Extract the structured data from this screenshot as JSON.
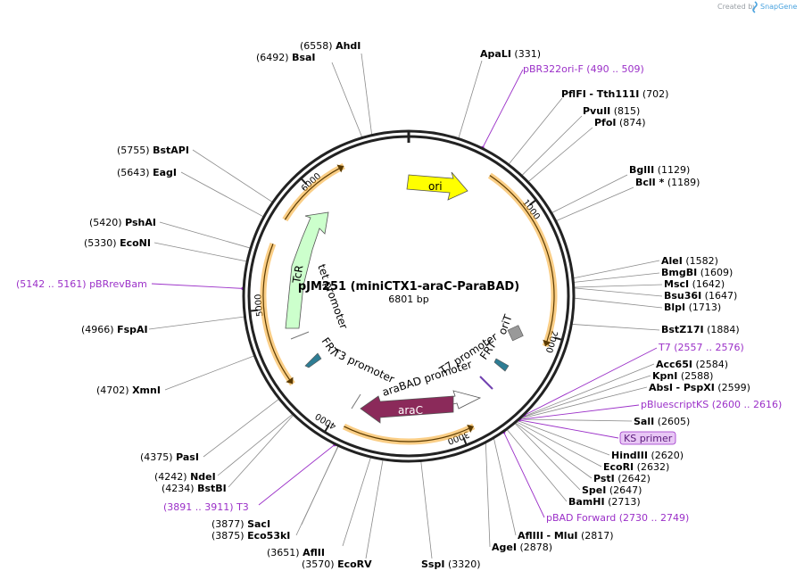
{
  "app": {
    "credit": "Created by",
    "brand": "SnapGene"
  },
  "plasmid": {
    "name": "pJM251 (miniCTX1-araC-ParaBAD)",
    "size_label": "6801 bp",
    "length": 6801
  },
  "ticks": [
    "1000",
    "2000",
    "3000",
    "4000",
    "5000",
    "6000"
  ],
  "colors": {
    "orange": "#f5a623",
    "yellow": "#ffff00",
    "tcr": "#ccffcc",
    "arac": "#8b2a5a",
    "prom": "#ffffff",
    "frt": "#2e7d94",
    "orit": "#999999",
    "primer": "#9b30c8",
    "kslabel_bg": "#e8c7f5"
  },
  "features": {
    "ori": "ori",
    "tcr": "TcR",
    "arac": "araC",
    "tet_promoter": "tet promoter",
    "arabad_promoter": "araBAD promoter",
    "t7_promoter": "T7 promoter",
    "t3_promoter": "T3 promoter",
    "frt_left": "FRT",
    "frt_right": "FRT",
    "orit": "oriT"
  },
  "enzymes": [
    {
      "id": "ahdi",
      "name": "AhdI",
      "pos": "(6558)",
      "bp": 6558
    },
    {
      "id": "bsai",
      "name": "BsaI",
      "pos": "(6492)",
      "bp": 6492
    },
    {
      "id": "apali",
      "name": "ApaLI",
      "pos": "(331)",
      "bp": 331
    },
    {
      "id": "pflfi",
      "name": "PflFI",
      "name2": "- Tth111I",
      "pos": "(702)",
      "bp": 702
    },
    {
      "id": "pvuii",
      "name": "PvuII",
      "pos": "(815)",
      "bp": 815
    },
    {
      "id": "pfoi",
      "name": "PfoI",
      "pos": "(874)",
      "bp": 874
    },
    {
      "id": "bglii",
      "name": "BglII",
      "pos": "(1129)",
      "bp": 1129
    },
    {
      "id": "bcli",
      "name": "BclI *",
      "pos": "(1189)",
      "bp": 1189
    },
    {
      "id": "alei",
      "name": "AleI",
      "pos": "(1582)",
      "bp": 1582
    },
    {
      "id": "bmgbi",
      "name": "BmgBI",
      "pos": "(1609)",
      "bp": 1609
    },
    {
      "id": "msci",
      "name": "MscI",
      "pos": "(1642)",
      "bp": 1642
    },
    {
      "id": "bsu36i",
      "name": "Bsu36I",
      "pos": "(1647)",
      "bp": 1647
    },
    {
      "id": "blpi",
      "name": "BlpI",
      "pos": "(1713)",
      "bp": 1713
    },
    {
      "id": "bstz17i",
      "name": "BstZ17I",
      "pos": "(1884)",
      "bp": 1884
    },
    {
      "id": "acc65i",
      "name": "Acc65I",
      "pos": "(2584)",
      "bp": 2584
    },
    {
      "id": "kpni",
      "name": "KpnI",
      "pos": "(2588)",
      "bp": 2588
    },
    {
      "id": "absi",
      "name": "AbsI",
      "name2": "- PspXI",
      "pos": "(2599)",
      "bp": 2599
    },
    {
      "id": "sali",
      "name": "SalI",
      "pos": "(2605)",
      "bp": 2605
    },
    {
      "id": "hindiii",
      "name": "HindIII",
      "pos": "(2620)",
      "bp": 2620
    },
    {
      "id": "ecori",
      "name": "EcoRI",
      "pos": "(2632)",
      "bp": 2632
    },
    {
      "id": "psti",
      "name": "PstI",
      "pos": "(2642)",
      "bp": 2642
    },
    {
      "id": "spei",
      "name": "SpeI",
      "pos": "(2647)",
      "bp": 2647
    },
    {
      "id": "bamhi",
      "name": "BamHI",
      "pos": "(2713)",
      "bp": 2713
    },
    {
      "id": "afliii",
      "name": "AflIII",
      "name2": "- MluI",
      "pos": "(2817)",
      "bp": 2817
    },
    {
      "id": "agei",
      "name": "AgeI",
      "pos": "(2878)",
      "bp": 2878
    },
    {
      "id": "sspi",
      "name": "SspI",
      "pos": "(3320)",
      "bp": 3320
    },
    {
      "id": "ecorv",
      "name": "EcoRV",
      "pos": "(3570)",
      "bp": 3570
    },
    {
      "id": "aflii",
      "name": "AflII",
      "pos": "(3651)",
      "bp": 3651
    },
    {
      "id": "eco53ki",
      "name": "Eco53kI",
      "pos": "(3875)",
      "bp": 3875
    },
    {
      "id": "saci",
      "name": "SacI",
      "pos": "(3877)",
      "bp": 3877
    },
    {
      "id": "bstbi",
      "name": "BstBI",
      "pos": "(4234)",
      "bp": 4234
    },
    {
      "id": "ndei",
      "name": "NdeI",
      "pos": "(4242)",
      "bp": 4242
    },
    {
      "id": "pasi",
      "name": "PasI",
      "pos": "(4375)",
      "bp": 4375
    },
    {
      "id": "xmni",
      "name": "XmnI",
      "pos": "(4702)",
      "bp": 4702
    },
    {
      "id": "fspai",
      "name": "FspAI",
      "pos": "(4966)",
      "bp": 4966
    },
    {
      "id": "econi",
      "name": "EcoNI",
      "pos": "(5330)",
      "bp": 5330
    },
    {
      "id": "pshai",
      "name": "PshAI",
      "pos": "(5420)",
      "bp": 5420
    },
    {
      "id": "eagi",
      "name": "EagI",
      "pos": "(5643)",
      "bp": 5643
    },
    {
      "id": "bstapi",
      "name": "BstAPI",
      "pos": "(5755)",
      "bp": 5755
    }
  ],
  "primers": [
    {
      "id": "pbr322ori",
      "name": "pBR322ori-F",
      "range": "(490 .. 509)",
      "bp": 500
    },
    {
      "id": "t7",
      "name": "T7",
      "range": "(2557 .. 2576)",
      "bp": 2566
    },
    {
      "id": "pbluescriptks",
      "name": "pBluescriptKS",
      "range": "(2600 .. 2616)",
      "bp": 2608
    },
    {
      "id": "ksprimer",
      "name": "KS primer",
      "range": "",
      "bp": 2612
    },
    {
      "id": "pbadfwd",
      "name": "pBAD Forward",
      "range": "(2730 .. 2749)",
      "bp": 2740
    },
    {
      "id": "t3",
      "name": "T3",
      "range": "(3891 .. 3911)",
      "bp": 3901
    },
    {
      "id": "pbrrevbam",
      "name": "pBRrevBam",
      "range": "(5142 .. 5161)",
      "bp": 5151
    }
  ]
}
